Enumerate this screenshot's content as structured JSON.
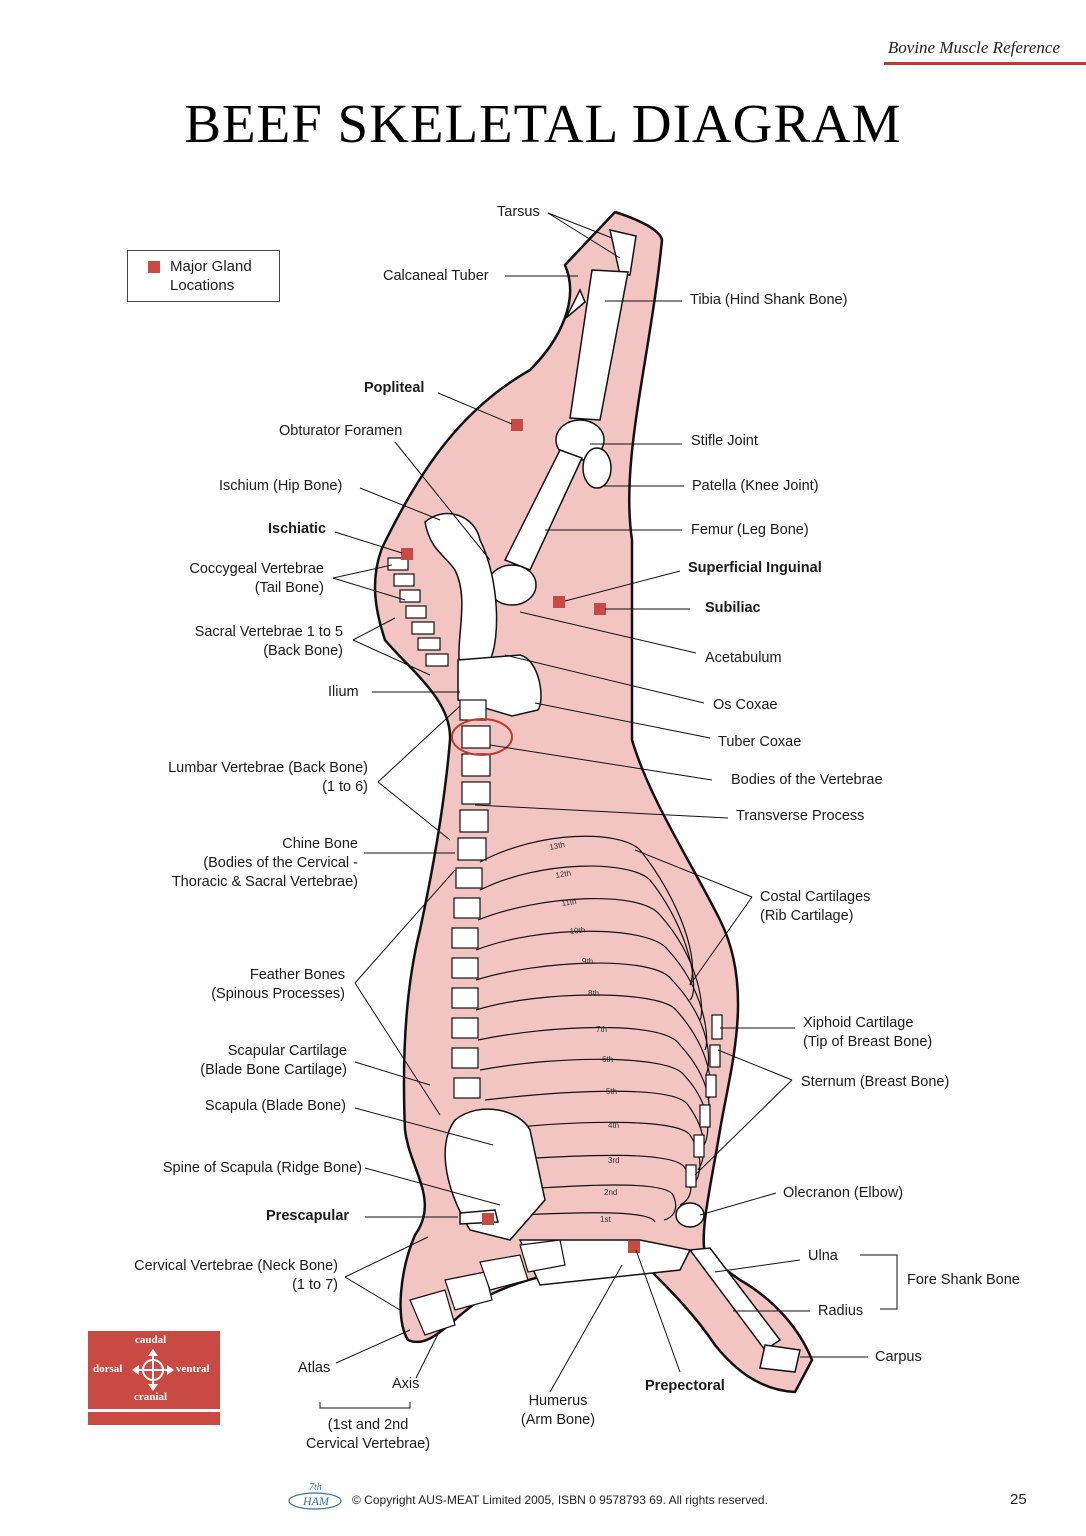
{
  "header": {
    "tag": "Bovine Muscle Reference",
    "title": "BEEF SKELETAL DIAGRAM"
  },
  "colors": {
    "carcass_fill": "#f2c4c2",
    "gland_marker": "#c94a42",
    "accent_rule": "#c0392b",
    "bone": "#ffffff"
  },
  "legend": {
    "label": "Major Gland Locations"
  },
  "labels": {
    "tarsus": "Tarsus",
    "calcaneal_tuber": "Calcaneal Tuber",
    "tibia": "Tibia (Hind Shank Bone)",
    "popliteal": "Popliteal",
    "obturator_foramen": "Obturator Foramen",
    "stifle_joint": "Stifle Joint",
    "ischium": "Ischium (Hip Bone)",
    "patella": "Patella (Knee Joint)",
    "ischiatic": "Ischiatic",
    "femur": "Femur (Leg Bone)",
    "coccygeal_1": "Coccygeal Vertebrae",
    "coccygeal_2": "(Tail Bone)",
    "superficial_inguinal": "Superficial Inguinal",
    "subiliac": "Subiliac",
    "sacral_1": "Sacral Vertebrae 1 to 5",
    "sacral_2": "(Back Bone)",
    "acetabulum": "Acetabulum",
    "ilium": "Ilium",
    "os_coxae": "Os Coxae",
    "tuber_coxae": "Tuber Coxae",
    "lumbar_1": "Lumbar Vertebrae (Back Bone)",
    "lumbar_2": "(1 to 6)",
    "bodies_vertebrae": "Bodies of the Vertebrae",
    "transverse_process": "Transverse Process",
    "chine_1": "Chine Bone",
    "chine_2": "(Bodies of the Cervical -",
    "chine_3": "Thoracic & Sacral Vertebrae)",
    "costal_1": "Costal  Cartilages",
    "costal_2": "(Rib Cartilage)",
    "feather_1": "Feather Bones",
    "feather_2": "(Spinous Processes)",
    "xiphoid_1": "Xiphoid  Cartilage",
    "xiphoid_2": "(Tip of Breast Bone)",
    "scapular_cart_1": "Scapular Cartilage",
    "scapular_cart_2": "(Blade Bone Cartilage)",
    "sternum": "Sternum (Breast Bone)",
    "scapula": "Scapula (Blade Bone)",
    "spine_scapula": "Spine of Scapula (Ridge Bone)",
    "olecranon": "Olecranon (Elbow)",
    "prescapular": "Prescapular",
    "cervical_1": "Cervical Vertebrae (Neck Bone)",
    "cervical_2": "(1 to 7)",
    "ulna": "Ulna",
    "fore_shank": "Fore Shank Bone",
    "radius": "Radius",
    "atlas": "Atlas",
    "carpus": "Carpus",
    "axis": "Axis",
    "prepectoral": "Prepectoral",
    "humerus_1": "Humerus",
    "humerus_2": "(Arm Bone)",
    "atlas_axis_1": "(1st and 2nd",
    "atlas_axis_2": "Cervical Vertebrae)"
  },
  "ribs": [
    "13th",
    "12th",
    "11th",
    "10th",
    "9th",
    "8th",
    "7th",
    "6th",
    "5th",
    "4th",
    "3rd",
    "2nd",
    "1st"
  ],
  "compass": {
    "top": "caudal",
    "left": "dorsal",
    "right": "ventral",
    "bottom": "cranial"
  },
  "footer": {
    "logo_top": "7th",
    "logo_bottom": "HAM",
    "copyright": "© Copyright AUS-MEAT Limited 2005, ISBN 0 9578793 69. All rights reserved.",
    "page_number": "25"
  }
}
